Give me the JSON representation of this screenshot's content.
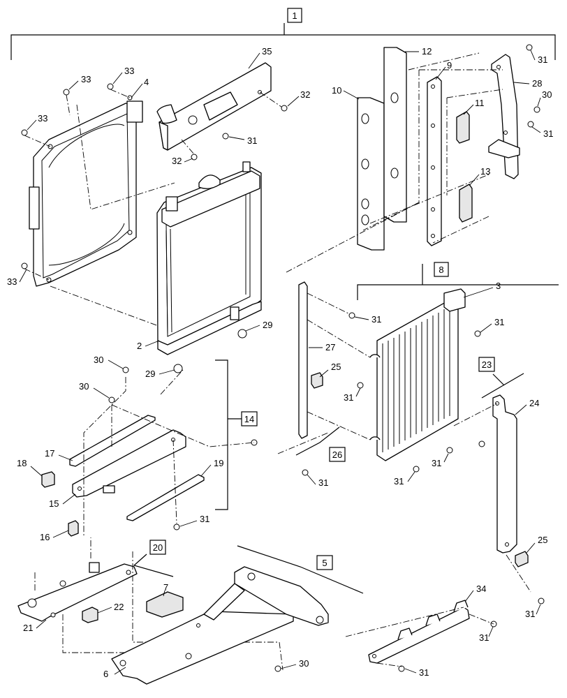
{
  "diagram": {
    "boxed_callouts": [
      "1",
      "8",
      "14",
      "20",
      "23",
      "26",
      "5"
    ],
    "callouts": [
      "35",
      "33",
      "33",
      "4",
      "33",
      "33",
      "32",
      "31",
      "32",
      "12",
      "10",
      "9",
      "11",
      "28",
      "30",
      "31",
      "31",
      "13",
      "2",
      "29",
      "3",
      "31",
      "31",
      "27",
      "25",
      "31",
      "30",
      "29",
      "30",
      "17",
      "18",
      "15",
      "19",
      "31",
      "16",
      "22",
      "21",
      "6",
      "7",
      "30",
      "24",
      "25",
      "34",
      "31",
      "31",
      "31",
      "31",
      "31",
      "31"
    ]
  }
}
